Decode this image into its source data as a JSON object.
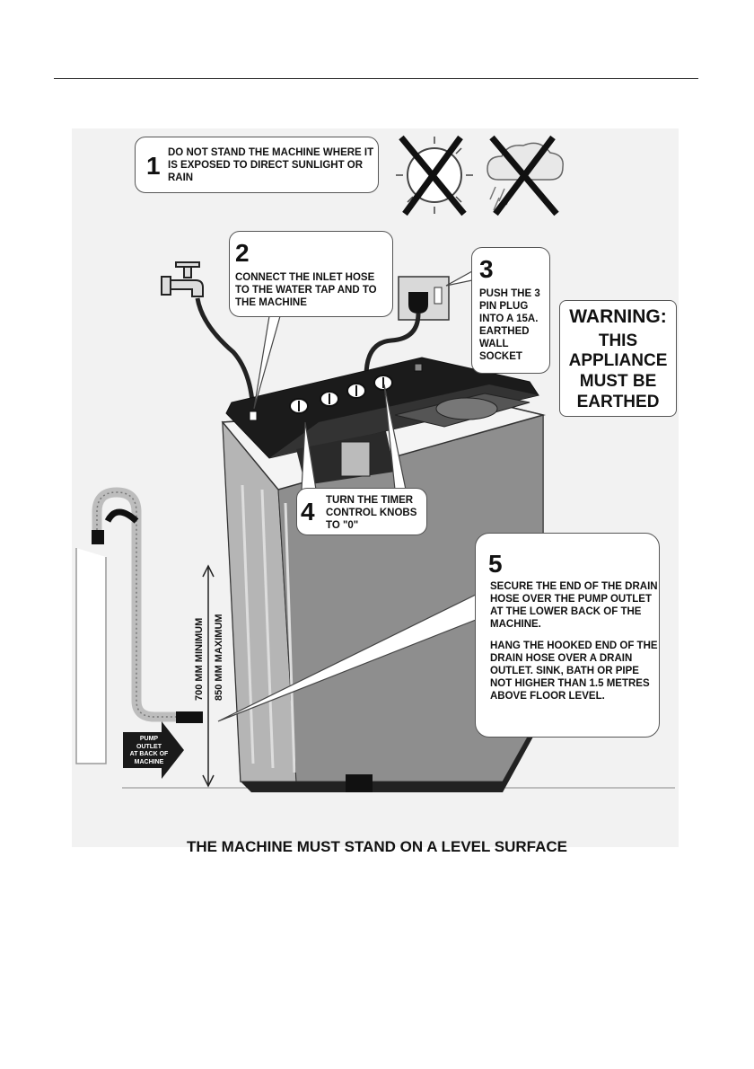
{
  "step1": {
    "number": "1",
    "text": "DO NOT STAND THE MACHINE WHERE IT IS EXPOSED TO DIRECT SUNLIGHT OR RAIN"
  },
  "step2": {
    "number": "2",
    "text": "CONNECT THE INLET HOSE TO THE WATER TAP AND TO THE MACHINE"
  },
  "step3": {
    "number": "3",
    "text": "PUSH THE 3 PIN PLUG INTO A 15A. EARTHED WALL SOCKET"
  },
  "step4": {
    "number": "4",
    "text": "TURN THE TIMER CONTROL KNOBS TO \"0\""
  },
  "step5": {
    "number": "5",
    "text1": "SECURE THE END OF THE DRAIN HOSE OVER THE PUMP OUTLET AT THE LOWER BACK OF THE MACHINE.",
    "text2": "HANG THE HOOKED END OF THE DRAIN HOSE OVER A DRAIN OUTLET. SINK, BATH OR PIPE NOT HIGHER THAN 1.5 METRES ABOVE FLOOR LEVEL."
  },
  "warning": {
    "title": "WARNING:",
    "line1": "THIS",
    "line2": "APPLIANCE",
    "line3": "MUST BE",
    "line4": "EARTHED"
  },
  "pump_label": {
    "line1": "PUMP",
    "line2": "OUTLET",
    "line3": "AT BACK OF",
    "line4": "MACHINE"
  },
  "dimensions": {
    "min": "700 MM MINIMUM",
    "max": "850 MM MAXIMUM"
  },
  "footer": "THE MACHINE MUST STAND ON A LEVEL SURFACE"
}
